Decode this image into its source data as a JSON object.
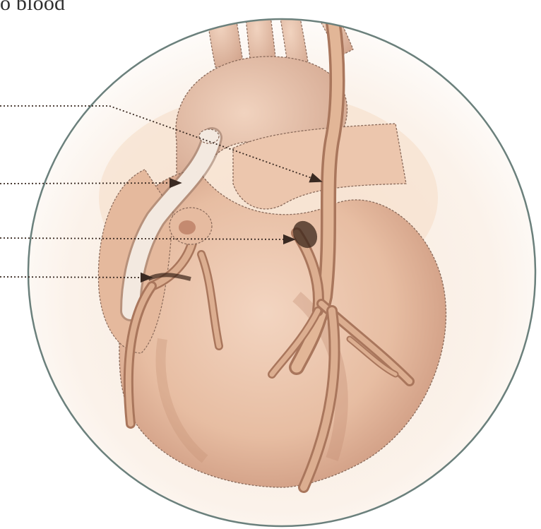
{
  "caption": {
    "visible_fragment": "o blood"
  },
  "colors": {
    "circle_stroke": "#6b807c",
    "leader_line": "#3a2a22",
    "heart_base": "#e8c3a8",
    "heart_shade": "#cf9c80",
    "vessel": "#d9ad90",
    "vessel_dark": "#a9765c",
    "graft": "#f1e7de",
    "outline": "#8a6a5a"
  },
  "callouts": [
    {
      "id": "callout-1",
      "target": "left-internal-mammary-graft"
    },
    {
      "id": "callout-2",
      "target": "vein-graft-top"
    },
    {
      "id": "callout-3",
      "target": "left-coronary-origin"
    },
    {
      "id": "callout-4",
      "target": "right-coronary-branch"
    }
  ]
}
